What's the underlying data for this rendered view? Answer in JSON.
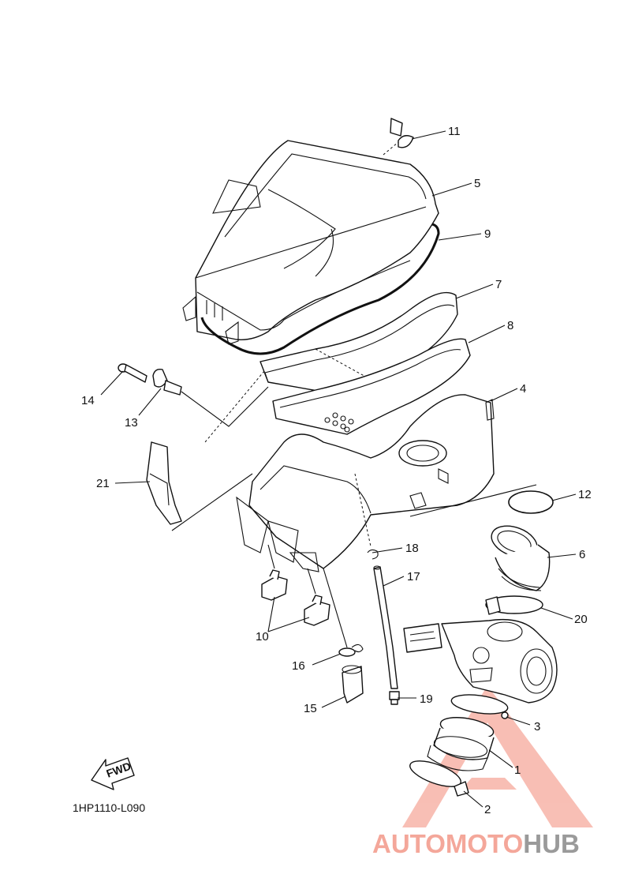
{
  "callouts": [
    {
      "id": "11",
      "label": "11"
    },
    {
      "id": "5",
      "label": "5"
    },
    {
      "id": "9",
      "label": "9"
    },
    {
      "id": "7",
      "label": "7"
    },
    {
      "id": "8",
      "label": "8"
    },
    {
      "id": "4",
      "label": "4"
    },
    {
      "id": "14",
      "label": "14"
    },
    {
      "id": "13",
      "label": "13"
    },
    {
      "id": "21",
      "label": "21"
    },
    {
      "id": "12",
      "label": "12"
    },
    {
      "id": "6",
      "label": "6"
    },
    {
      "id": "18",
      "label": "18"
    },
    {
      "id": "17",
      "label": "17"
    },
    {
      "id": "20",
      "label": "20"
    },
    {
      "id": "10",
      "label": "10"
    },
    {
      "id": "16",
      "label": "16"
    },
    {
      "id": "19",
      "label": "19"
    },
    {
      "id": "15",
      "label": "15"
    },
    {
      "id": "3",
      "label": "3"
    },
    {
      "id": "1",
      "label": "1"
    },
    {
      "id": "2",
      "label": "2"
    }
  ],
  "fwd_label": "FWD",
  "diagram_code": "1HP1110-L090",
  "watermark": {
    "part1": "AUTOMOTO",
    "part2": "HUB",
    "color_red": "#f4a79a",
    "color_grey": "#9a9a9a"
  }
}
